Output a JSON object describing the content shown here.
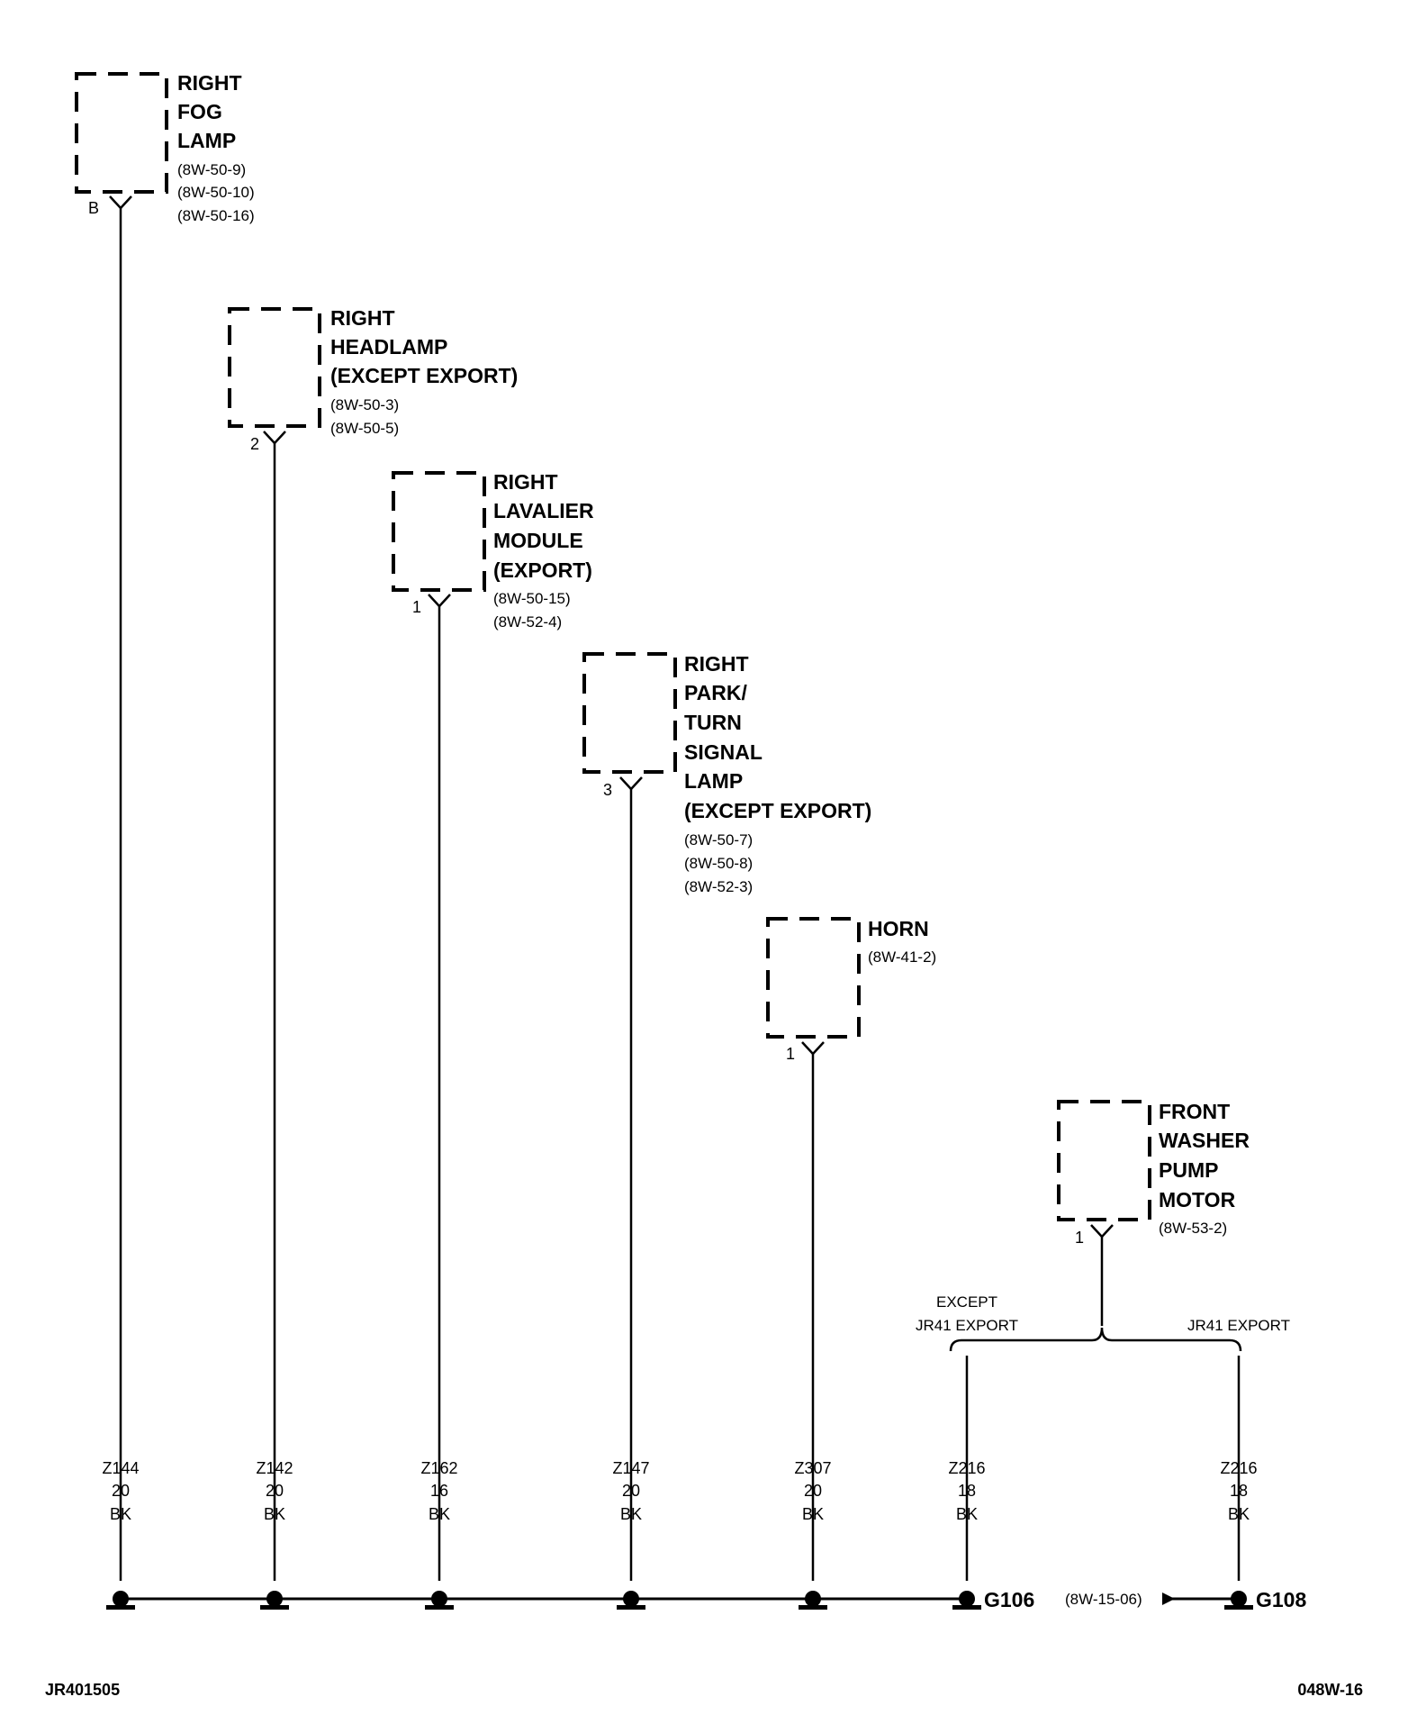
{
  "components": [
    {
      "id": "fog",
      "title_lines": [
        "RIGHT",
        "FOG",
        "LAMP"
      ],
      "refs": [
        "(8W-50-9)",
        "(8W-50-10)",
        "(8W-50-16)"
      ],
      "pin": "B"
    },
    {
      "id": "head",
      "title_lines": [
        "RIGHT",
        "HEADLAMP",
        "(EXCEPT EXPORT)"
      ],
      "refs": [
        "(8W-50-3)",
        "(8W-50-5)"
      ],
      "pin": "2"
    },
    {
      "id": "lav",
      "title_lines": [
        "RIGHT",
        "LAVALIER",
        "MODULE",
        "(EXPORT)"
      ],
      "refs": [
        "(8W-50-15)",
        "(8W-52-4)"
      ],
      "pin": "1"
    },
    {
      "id": "park",
      "title_lines": [
        "RIGHT",
        "PARK/",
        "TURN",
        "SIGNAL",
        "LAMP",
        "(EXCEPT EXPORT)"
      ],
      "refs": [
        "(8W-50-7)",
        "(8W-50-8)",
        "(8W-52-3)"
      ],
      "pin": "3"
    },
    {
      "id": "horn",
      "title_lines": [
        "HORN"
      ],
      "refs": [
        "(8W-41-2)"
      ],
      "pin": "1"
    },
    {
      "id": "washer",
      "title_lines": [
        "FRONT",
        "WASHER",
        "PUMP",
        "MOTOR"
      ],
      "refs": [
        "(8W-53-2)"
      ],
      "pin": "1"
    }
  ],
  "wires": [
    {
      "circuit": "Z144",
      "gauge": "20",
      "color": "BK"
    },
    {
      "circuit": "Z142",
      "gauge": "20",
      "color": "BK"
    },
    {
      "circuit": "Z162",
      "gauge": "16",
      "color": "BK"
    },
    {
      "circuit": "Z147",
      "gauge": "20",
      "color": "BK"
    },
    {
      "circuit": "Z307",
      "gauge": "20",
      "color": "BK"
    },
    {
      "circuit": "Z216",
      "gauge": "18",
      "color": "BK"
    },
    {
      "circuit": "Z216",
      "gauge": "18",
      "color": "BK"
    }
  ],
  "branch_labels": {
    "left_lines": [
      "EXCEPT",
      "JR41 EXPORT"
    ],
    "right": "JR41 EXPORT"
  },
  "grounds": {
    "g106": "G106",
    "g108": "G108",
    "ref": "(8W-15-06)"
  },
  "footer": {
    "left": "JR401505",
    "right": "048W-16"
  }
}
